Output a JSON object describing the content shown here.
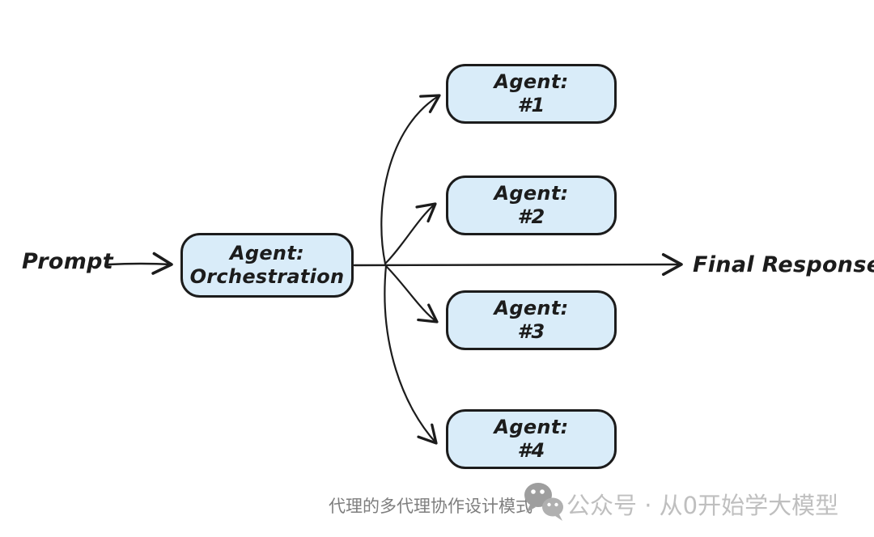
{
  "diagram": {
    "prompt_label": "Prompt",
    "final_response_label": "Final Response",
    "orchestrator": {
      "line1": "Agent:",
      "line2": "Orchestration"
    },
    "agents": [
      {
        "line1": "Agent:",
        "line2": "#1"
      },
      {
        "line1": "Agent:",
        "line2": "#2"
      },
      {
        "line1": "Agent:",
        "line2": "#3"
      },
      {
        "line1": "Agent:",
        "line2": "#4"
      }
    ],
    "colors": {
      "box_fill": "#d9ecf9",
      "box_border": "#1c1c1c",
      "arrow_stroke": "#1c1c1c",
      "text": "#1c1c1c"
    }
  },
  "footer": {
    "caption": "代理的多代理协作设计模式",
    "account_text": "公众号 · 从0开始学大模型",
    "icon": "wechat-icon",
    "colors": {
      "caption_text": "#7e7e7e",
      "account_text": "#bfbfbf",
      "icon_gray": "#a3a3a3"
    }
  }
}
